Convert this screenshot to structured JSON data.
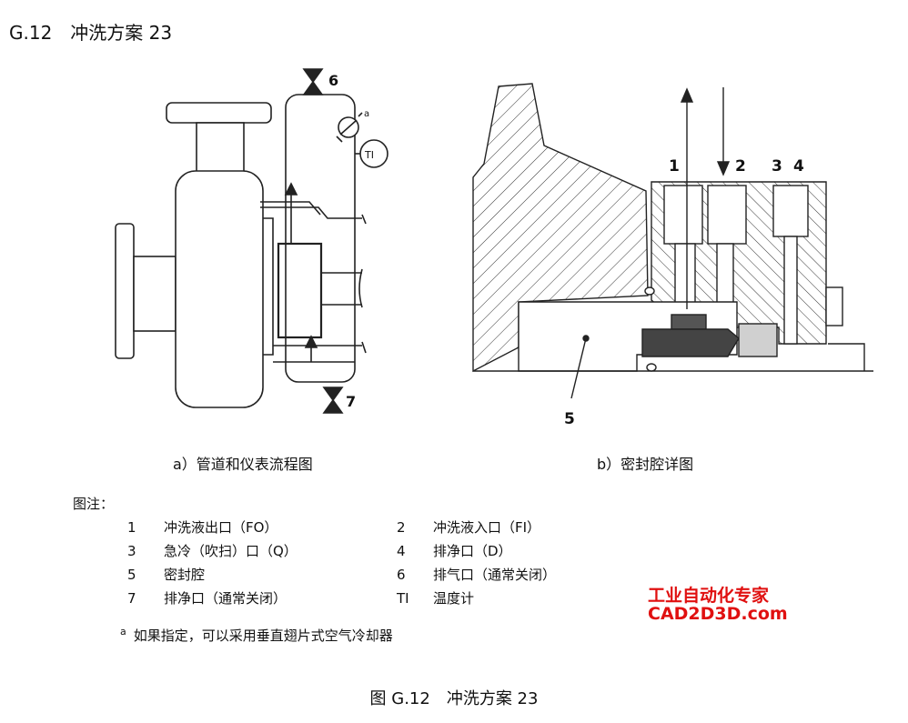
{
  "section_title": "G.12　冲洗方案 23",
  "diagram_a": {
    "label_valve_6": "6",
    "label_valve_7": "7",
    "label_ti": "TI",
    "label_a": "a",
    "caption": "a）管道和仪表流程图"
  },
  "diagram_b": {
    "label_1": "1",
    "label_2": "2",
    "label_3": "3",
    "label_4": "4",
    "label_5": "5",
    "caption": "b）密封腔详图"
  },
  "legend": {
    "heading": "图注：",
    "items": [
      {
        "num": "1",
        "text": "冲洗液出口（FO）"
      },
      {
        "num": "2",
        "text": "冲洗液入口（FI）"
      },
      {
        "num": "3",
        "text": "急冷（吹扫）口（Q）"
      },
      {
        "num": "4",
        "text": "排净口（D）"
      },
      {
        "num": "5",
        "text": "密封腔"
      },
      {
        "num": "6",
        "text": "排气口（通常关闭）"
      },
      {
        "num": "7",
        "text": "排净口（通常关闭）"
      },
      {
        "num": "TI",
        "text": "温度计"
      }
    ]
  },
  "footnote": {
    "marker": "a",
    "text": "如果指定，可以采用垂直翅片式空气冷却器"
  },
  "watermark": {
    "line1": "工业自动化专家",
    "line2": "CAD2D3D.com",
    "color": "#e01010"
  },
  "figure_title": "图 G.12　冲洗方案 23"
}
